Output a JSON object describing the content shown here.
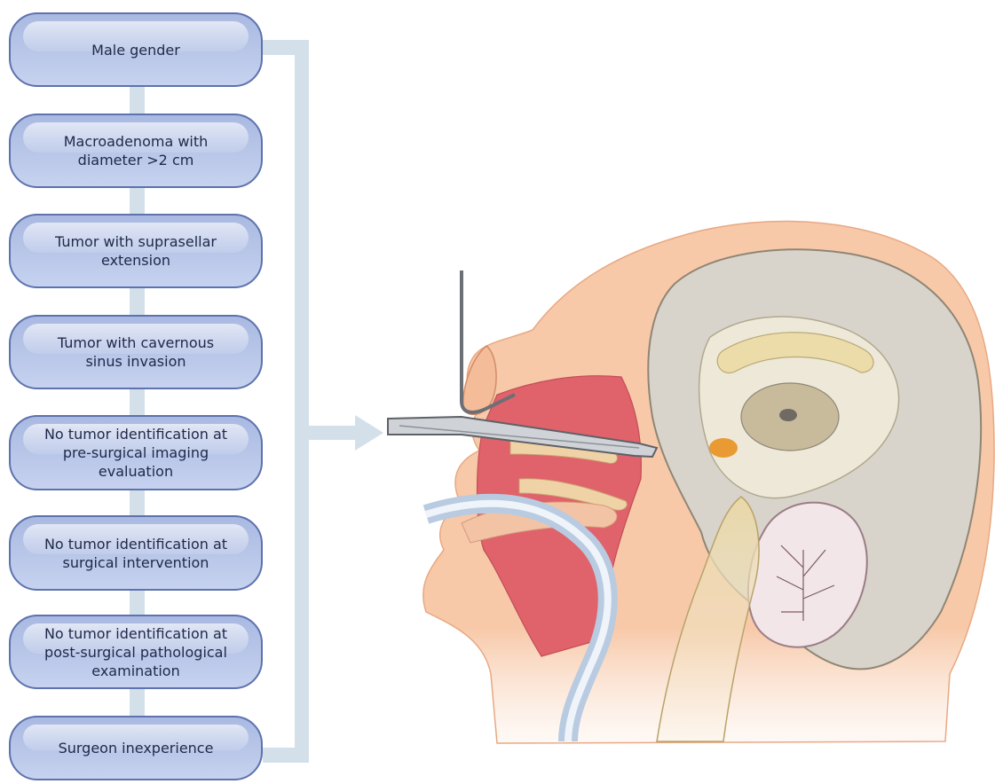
{
  "factors": [
    "Male gender",
    "Macroadenoma with\ndiameter >2 cm",
    "Tumor with suprasellar\nextension",
    "Tumor with cavernous\nsinus invasion",
    "No tumor identification at\npre-surgical imaging\nevaluation",
    "No tumor identification at\nsurgical intervention",
    "No tumor identification at\npost-surgical pathological\nexamination",
    "Surgeon inexperience"
  ],
  "colors": {
    "box_border": "#5d72ae",
    "box_fill": "#b7c5ea",
    "connector": "#d3e0ea",
    "skin": "#f6c6a6",
    "brain": "#d8d3c8",
    "nasal_cavity": "#e0626a"
  },
  "illustration": "head-sagittal-section-icon"
}
